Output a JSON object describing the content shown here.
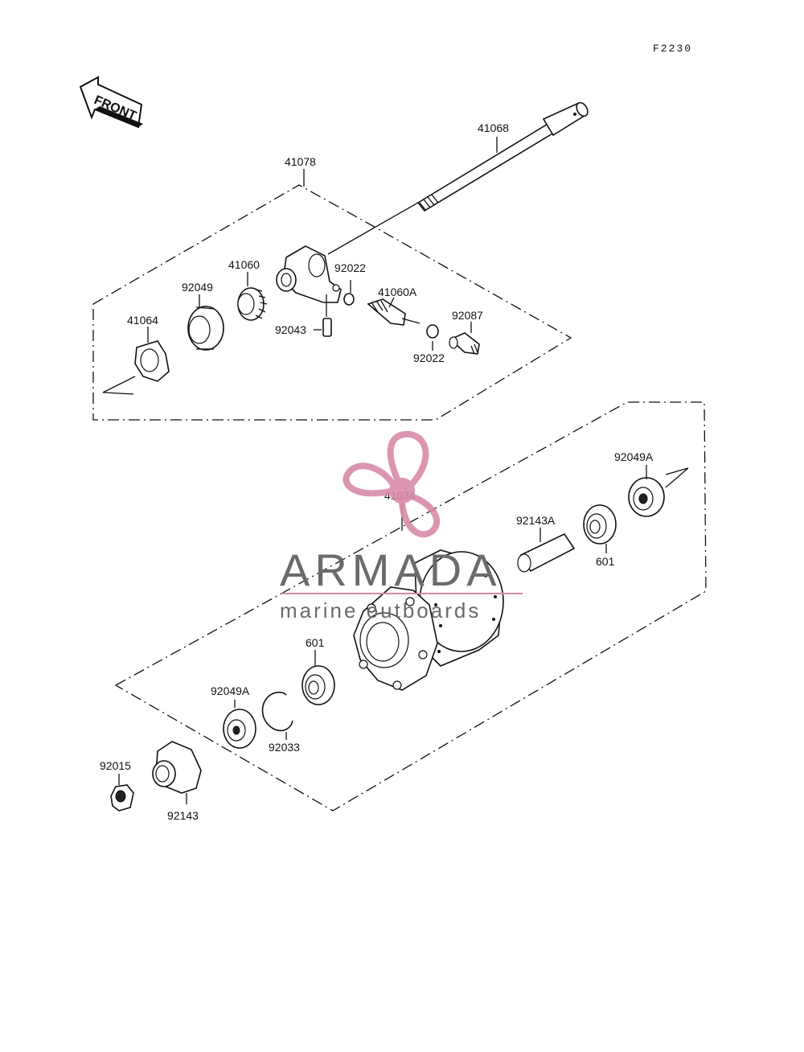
{
  "ref_code": "F2230",
  "front_label": "FRONT",
  "watermark": {
    "title": "ARMADA",
    "subtitle": "marine outboards"
  },
  "parts": {
    "p41068": "41068",
    "p41078": "41078",
    "p41060": "41060",
    "p92022a": "92022",
    "p92049": "92049",
    "p41060A": "41060A",
    "p41064": "41064",
    "p92087": "92087",
    "p92043": "92043",
    "p92022b": "92022",
    "p92049Aa": "92049A",
    "p41034": "41034",
    "p92143A": "92143A",
    "p601a": "601",
    "p601b": "601",
    "p92049Ab": "92049A",
    "p92033": "92033",
    "p92015": "92015",
    "p92143": "92143"
  },
  "colors": {
    "ink": "#111111",
    "watermark_pink": "#d98aa9",
    "watermark_gray": "#6b6b6b"
  }
}
